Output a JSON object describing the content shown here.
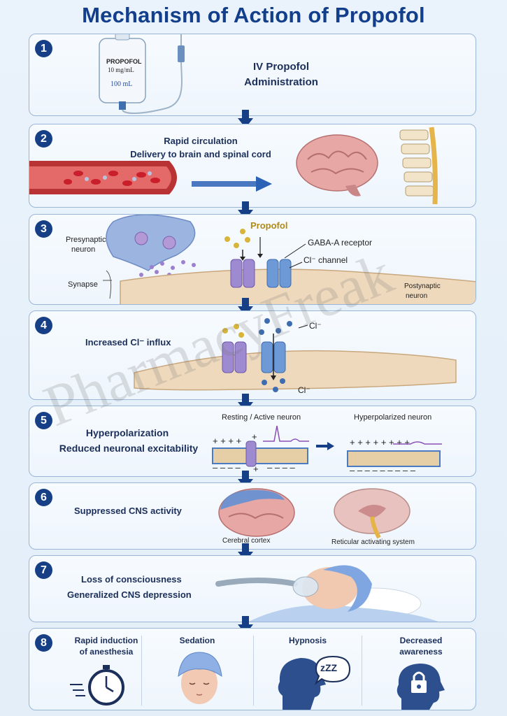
{
  "title": "Mechanism of Action of Propofol",
  "steps": [
    {
      "num": "1",
      "bag_name": "PROPOFOL",
      "bag_conc": "10 mg/mL",
      "bag_vol": "100 mL",
      "line1": "IV Propofol",
      "line2": "Administration"
    },
    {
      "num": "2",
      "line1": "Rapid circulation",
      "line2": "Delivery to brain and spinal cord"
    },
    {
      "num": "3",
      "propofol": "Propofol",
      "receptor": "GABA-A receptor",
      "channel": "Cl⁻ channel",
      "presyn1": "Presynaptic",
      "presyn2": "neuron",
      "synapse": "Synapse",
      "postsyn1": "Postynaptic",
      "postsyn2": "neuron"
    },
    {
      "num": "4",
      "line1": "Increased Cl⁻ influx",
      "cl_top": "Cl⁻",
      "cl_bottom": "Cl⁻"
    },
    {
      "num": "5",
      "line1": "Hyperpolarization",
      "line2": "Reduced neuronal excitability",
      "resting": "Resting / Active neuron",
      "hyper": "Hyperpolarized neuron"
    },
    {
      "num": "6",
      "line1": "Suppressed CNS activity",
      "cortex": "Cerebral cortex",
      "ras": "Reticular activating system"
    },
    {
      "num": "7",
      "line1": "Loss of consciousness",
      "line2": "Generalized CNS depression"
    },
    {
      "num": "8",
      "effects": [
        {
          "line1": "Rapid induction",
          "line2": "of anesthesia"
        },
        {
          "line1": "Sedation",
          "line2": ""
        },
        {
          "line1": "Hypnosis",
          "line2": ""
        },
        {
          "line1": "Decreased",
          "line2": "awareness"
        }
      ],
      "zzz": "zZZ"
    }
  ],
  "watermark": "PharmacyFreak",
  "colors": {
    "title": "#123e8c",
    "badge": "#173f86",
    "arrow": "#173f86",
    "panel_border": "#9ab6d6"
  }
}
